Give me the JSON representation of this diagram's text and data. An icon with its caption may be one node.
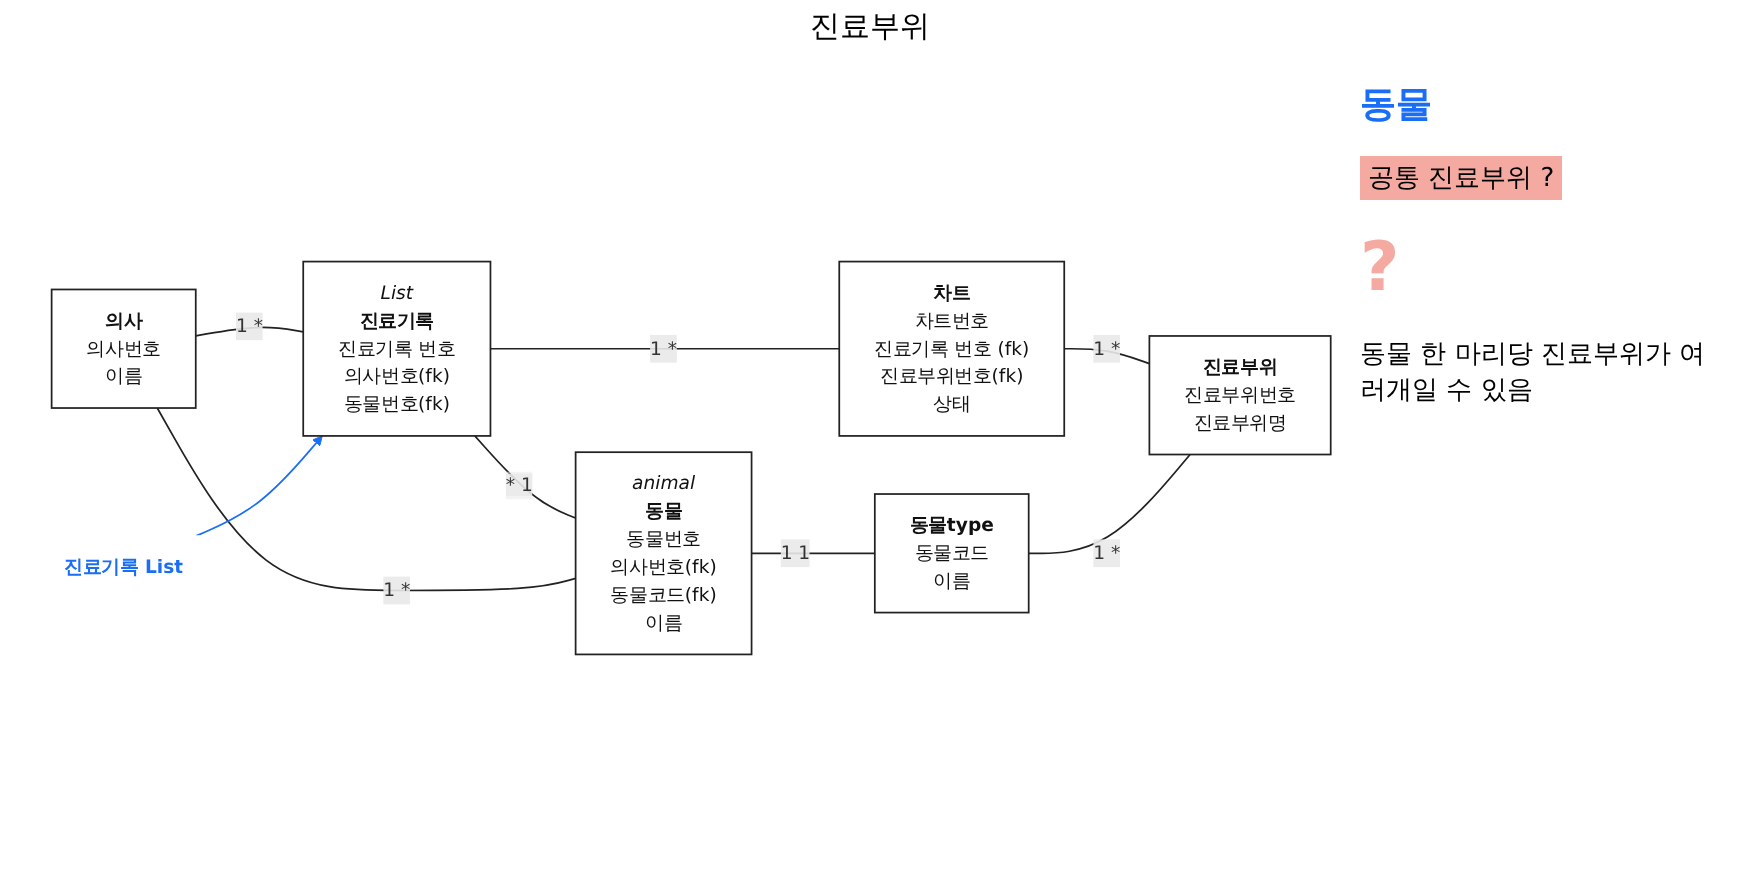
{
  "diagram": {
    "title": "진료부위",
    "nodes": [
      {
        "text": [
          "의사",
          "의사번호",
          "이름"
        ]
      },
      {
        "text": [
          "List",
          "진료기록",
          "진료기록 번호",
          "의사번호(fk)",
          "동물번호(fk)"
        ]
      },
      {
        "text": [
          "차트",
          "차트번호",
          "진료기록 번호 (fk)",
          "진료부위번호(fk)",
          "상태"
        ]
      },
      {
        "text": [
          "진료부위",
          "진료부위번호",
          "진료부위명"
        ]
      },
      {
        "text": [
          "animal",
          "동물",
          "동물번호",
          "의사번호(fk)",
          "동물코드(fk)",
          "이름"
        ]
      },
      {
        "text": [
          "동물type",
          "동물코드",
          "이름"
        ]
      },
      {
        "text": [
          "진료기록 List"
        ]
      }
    ],
    "edges": [
      {
        "from": 0,
        "to": 1,
        "arrow": "none",
        "label": "1 *"
      },
      {
        "from": 1,
        "to": 2,
        "arrow": "none",
        "label": "1 *"
      },
      {
        "from": 2,
        "to": 3,
        "arrow": "none",
        "label": "1 *"
      },
      {
        "from": 1,
        "to": 4,
        "arrow": "none",
        "label": "* 1"
      },
      {
        "from": 0,
        "to": 4,
        "arrow": "none",
        "label": "1 *"
      },
      {
        "from": 4,
        "to": 5,
        "arrow": "none",
        "label": "1 1"
      },
      {
        "from": 5,
        "to": 3,
        "arrow": "none",
        "label": "1 *"
      },
      {
        "from": 6,
        "to": 1,
        "arrow": "to",
        "color": "#1a6ef5"
      }
    ],
    "labels": [
      "동물",
      "공통 진료부위 ?",
      "?",
      "동물 한 마리당 진료부위가 여러개일 수 있음"
    ]
  }
}
